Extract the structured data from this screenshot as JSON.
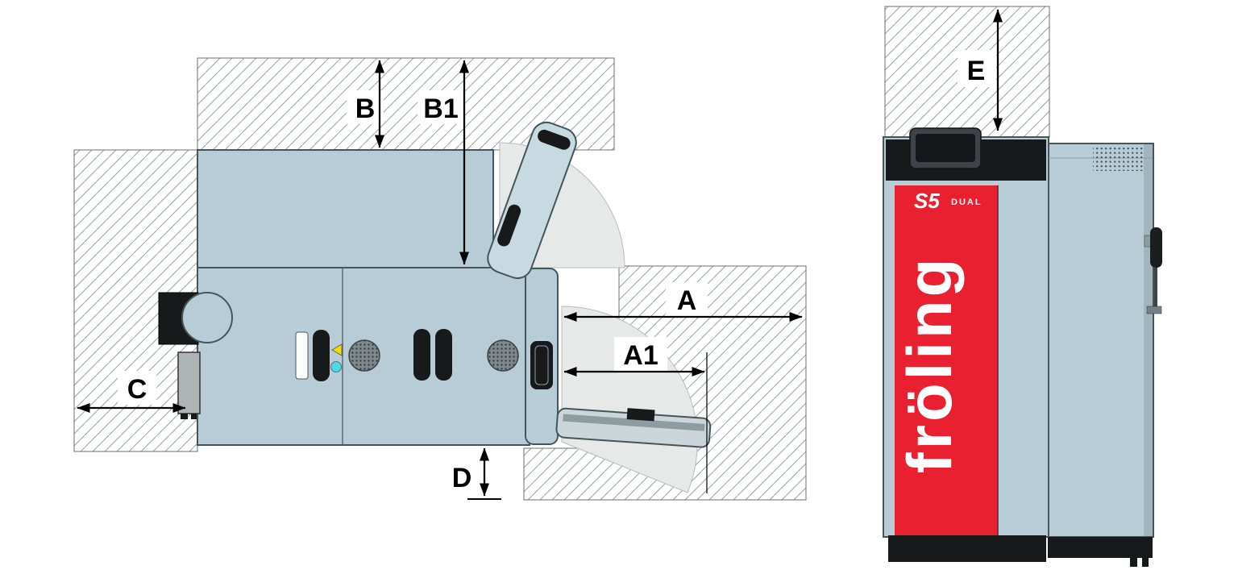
{
  "figure": {
    "labels": {
      "a": "A",
      "a1": "A1",
      "b": "B",
      "b1": "B1",
      "c": "C",
      "d": "D",
      "e": "E"
    },
    "views": {
      "top_view_dimension_labels": [
        "B",
        "B1",
        "A",
        "A1",
        "C",
        "D"
      ],
      "front_view_dimension_labels": [
        "E"
      ]
    },
    "brand": {
      "logo": "fröling",
      "model": "S5",
      "variant": "DUAL"
    },
    "colors": {
      "body": "#b7ccd6",
      "body_light": "#c7d9e1",
      "door_gray": "#ccd6da",
      "outline": "#46555c",
      "wall_stroke": "#6f6f6f",
      "hatch": "#9aa0a3",
      "swing": "#e7e8e8",
      "swing_stroke": "#b9bcbc",
      "dark": "#17191b",
      "red": "#e8202f",
      "dim": "#000000",
      "white": "#ffffff",
      "graybox": "#aeb4b6",
      "metal": "#8d9ca1",
      "grille": "#4a5458",
      "screen": "#14181b",
      "display_frame": "#3d4348",
      "yellow": "#f2dc00",
      "cyan": "#4fd6e8"
    }
  }
}
